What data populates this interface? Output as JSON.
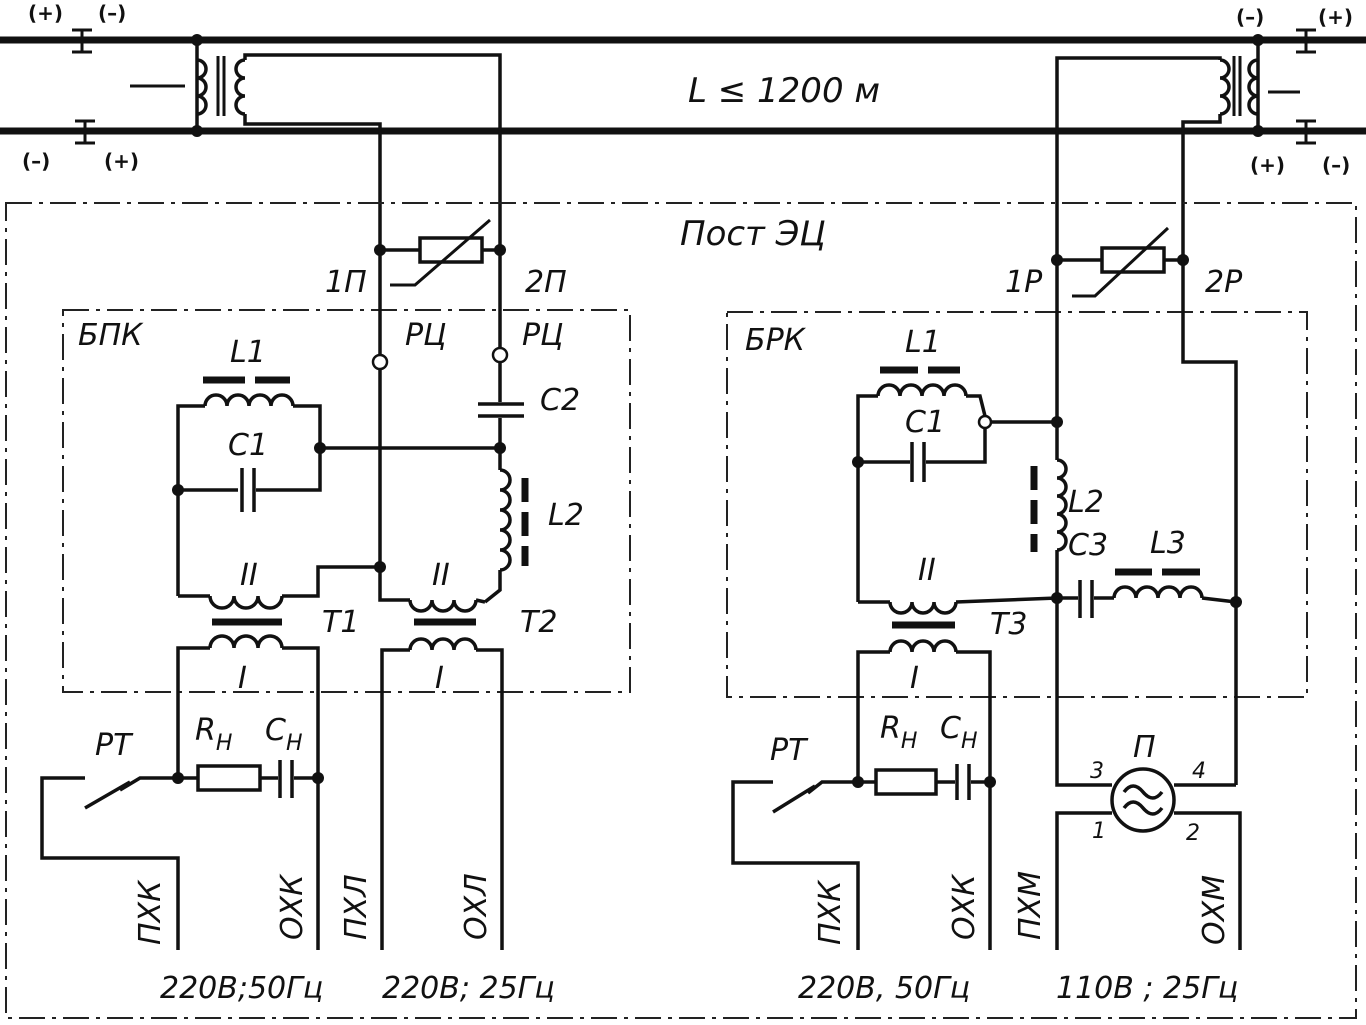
{
  "title_distance": "L ≤ 1200 м",
  "post_label": "Пост ЭЦ",
  "rail_polarity": {
    "left_top_plus": "(+)",
    "left_top_minus": "(–)",
    "left_bottom_minus": "(–)",
    "left_bottom_plus": "(+)",
    "right_top_minus": "(–)",
    "right_top_plus": "(+)",
    "right_bottom_plus": "(+)",
    "right_bottom_minus": "(–)"
  },
  "left_block": {
    "name": "БПК",
    "terminal_1": "1П",
    "terminal_2": "2П",
    "rc_1": "РЦ",
    "rc_2": "РЦ",
    "l1": "L1",
    "c1": "C1",
    "c2": "C2",
    "l2": "L2",
    "t1": "T1",
    "t2": "T2",
    "winding_ii_1": "II",
    "winding_ii_2": "II",
    "winding_i_1": "I",
    "winding_i_2": "I",
    "relay": "РТ",
    "rh": "R",
    "rh_sub": "Н",
    "ch": "С",
    "ch_sub": "Н",
    "bus_pkhk": "ПХК",
    "bus_okhk": "ОХК",
    "bus_pkhl": "ПХЛ",
    "bus_okhl": "ОХЛ",
    "supply_1": "220В;50Гц",
    "supply_2": "220В; 25Гц"
  },
  "right_block": {
    "name": "БРК",
    "terminal_1": "1Р",
    "terminal_2": "2Р",
    "l1": "L1",
    "c1": "C1",
    "l2": "L2",
    "c3": "C3",
    "l3": "L3",
    "t3": "T3",
    "winding_ii": "II",
    "winding_i": "I",
    "relay": "РТ",
    "rh": "R",
    "rh_sub": "Н",
    "ch": "С",
    "ch_sub": "Н",
    "converter": "П",
    "pin_1": "1",
    "pin_2": "2",
    "pin_3": "3",
    "pin_4": "4",
    "bus_pkhk": "ПХК",
    "bus_okhk": "ОХК",
    "bus_pkhm": "ПХМ",
    "bus_okhm": "ОХМ",
    "supply_1": "220В, 50Гц",
    "supply_2": "110В ; 25Гц"
  }
}
